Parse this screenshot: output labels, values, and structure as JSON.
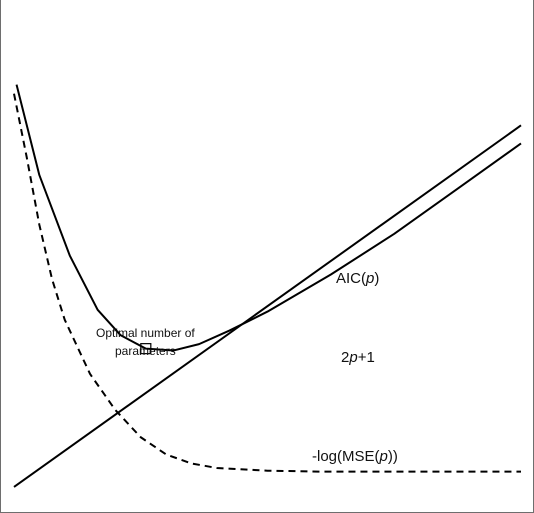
{
  "chart_data": {
    "type": "line",
    "title": "",
    "xlabel": "",
    "ylabel": "",
    "xlim": [
      0,
      20
    ],
    "ylim": [
      0,
      50
    ],
    "grid": false,
    "series": [
      {
        "name": "AIC(p)",
        "style": "solid",
        "x": [
          0.1,
          1.0,
          2.2,
          3.3,
          4.2,
          5.2,
          6.3,
          7.3,
          8.5,
          10.0,
          12.5,
          15.0,
          17.5,
          20.0
        ],
        "y": [
          45.5,
          35.5,
          26.6,
          20.6,
          17.8,
          16.3,
          16.1,
          16.8,
          18.3,
          20.4,
          24.5,
          29.0,
          34.0,
          39.0
        ]
      },
      {
        "name": "2p+1",
        "style": "solid",
        "x": [
          0,
          20
        ],
        "y": [
          1,
          41
        ]
      },
      {
        "name": "-log(MSE(p))",
        "style": "dashed",
        "x": [
          0.0,
          0.5,
          1.0,
          1.5,
          2.0,
          3.0,
          4.0,
          5.0,
          6.0,
          7.0,
          8.0,
          10.0,
          12.0,
          15.0,
          20.0
        ],
        "y": [
          44.5,
          37.5,
          30.0,
          24.0,
          19.5,
          13.5,
          9.5,
          6.5,
          4.6,
          3.6,
          3.1,
          2.8,
          2.7,
          2.7,
          2.7
        ]
      }
    ],
    "labels": {
      "aic_prefix": "AIC(",
      "aic_var": "p",
      "aic_suffix": ")",
      "linear_prefix": "2",
      "linear_var": "p",
      "linear_suffix": "+1",
      "mse_prefix": "-log(MSE(",
      "mse_var": "p",
      "mse_suffix": "))"
    },
    "annotation": {
      "line1": "Optimal number of",
      "line2": "parameters",
      "marker_x": 5.2,
      "marker_y": 16.3
    },
    "colors": {
      "line": "#000000",
      "frame": "#6e6e6e",
      "text": "#111111"
    }
  }
}
